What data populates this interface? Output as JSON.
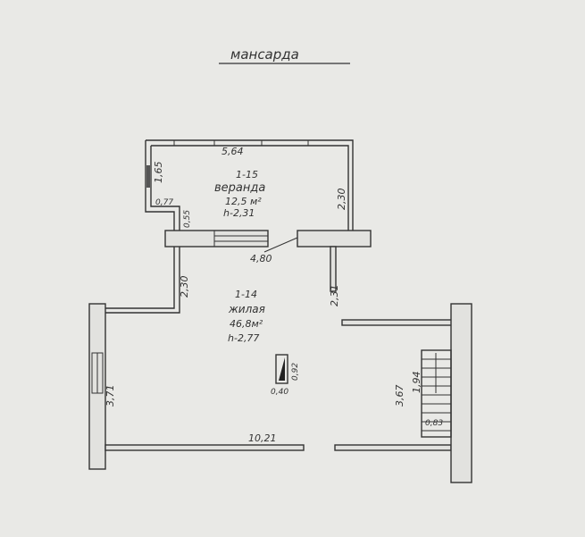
{
  "title": "мансарда",
  "veranda": {
    "number": "1-15",
    "name": "веранда",
    "area": "12,5 м²",
    "height": "h-2,31"
  },
  "living": {
    "number": "1-14",
    "name": "жилая",
    "area": "46,8м²",
    "height": "h-2,77"
  },
  "dimensions": {
    "veranda_top": "5,64",
    "veranda_left": "1,65",
    "notch_width": "0,77",
    "notch_height": "0,55",
    "veranda_right": "2,30",
    "opening": "4,80",
    "living_left_upper": "2,30",
    "partition": "2,31",
    "living_left": "3,71",
    "chimney_width": "0,40",
    "chimney_depth": "0,92",
    "living_bottom": "10,21",
    "living_right": "3,67",
    "stair_length": "1,94",
    "stair_width": "0,83"
  }
}
